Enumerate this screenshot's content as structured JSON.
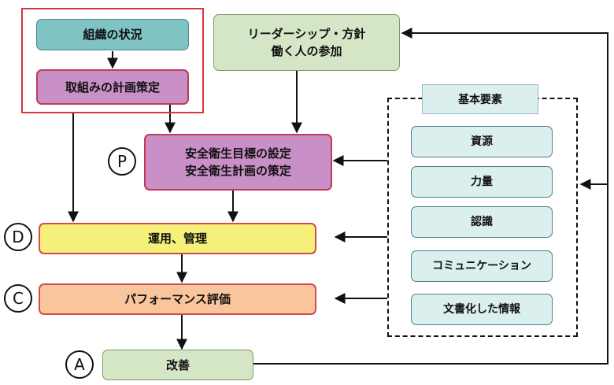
{
  "boxes": {
    "context": "組織の状況",
    "planning_actions": "取組みの計画策定",
    "leadership_line1": "リーダーシップ・方針",
    "leadership_line2": "働く人の参加",
    "objectives_line1": "安全衛生目標の設定",
    "objectives_line2": "安全衛生計画の策定",
    "operation": "運用、管理",
    "performance": "パフォーマンス評価",
    "improvement": "改善"
  },
  "support": {
    "title": "基本要素",
    "items": [
      "資源",
      "力量",
      "認識",
      "コミュニケーション",
      "文書化した情報"
    ]
  },
  "pdca": {
    "p": "P",
    "d": "D",
    "c": "C",
    "a": "A"
  },
  "colors": {
    "teal": "#7fc3c3",
    "pink": "#c98fc7",
    "green": "#d5e6c6",
    "yellow": "#f4f07a",
    "orange": "#f8c59d",
    "light_blue": "#dcefef",
    "red_border": "#d6343f"
  }
}
